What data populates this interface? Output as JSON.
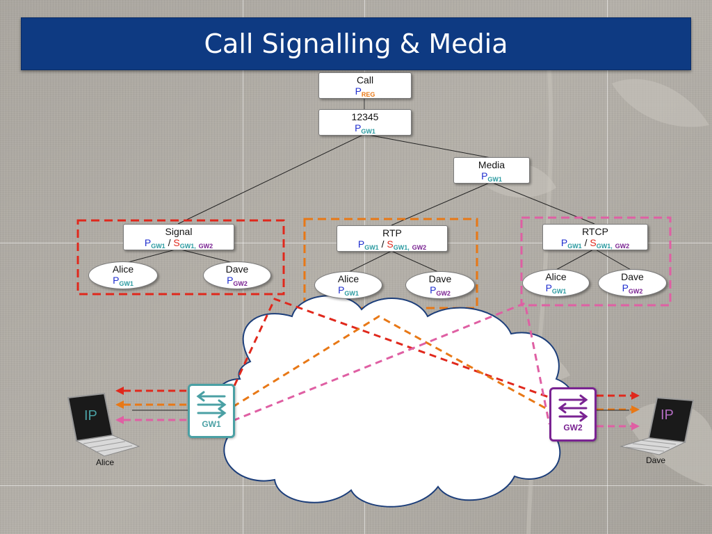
{
  "slide": {
    "title": "Call Signalling & Media"
  },
  "colors": {
    "title_bar": "#0e3a82",
    "p_color": "#1f2ecf",
    "s_color": "#e0281c",
    "gw1": "#4aa0a4",
    "gw2": "#7a2392",
    "signal_box": "#e0281c",
    "rtp_box": "#e87816",
    "rtcp_box": "#df5fa3",
    "cloud_stroke": "#1c3e7a"
  },
  "tree": {
    "call": {
      "label": "Call",
      "p": "P",
      "p_sub": "REG"
    },
    "id_node": {
      "label": "12345",
      "p": "P",
      "p_sub": "GW1"
    },
    "media": {
      "label": "Media",
      "p": "P",
      "p_sub": "GW1"
    },
    "signal": {
      "label": "Signal",
      "p": "P",
      "p_sub": "GW1",
      "slash": "/",
      "s": "S",
      "s_sub1": "GW1,",
      "s_sub2": "GW2"
    },
    "rtp": {
      "label": "RTP",
      "p": "P",
      "p_sub": "GW1",
      "slash": "/",
      "s": "S",
      "s_sub1": "GW1,",
      "s_sub2": "GW2"
    },
    "rtcp": {
      "label": "RTCP",
      "p": "P",
      "p_sub": "GW1",
      "slash": "/",
      "s": "S",
      "s_sub1": "GW1,",
      "s_sub2": "GW2"
    },
    "signal_alice": {
      "label": "Alice",
      "p": "P",
      "p_sub": "GW1"
    },
    "signal_dave": {
      "label": "Dave",
      "p": "P",
      "p_sub": "GW2"
    },
    "rtp_alice": {
      "label": "Alice",
      "p": "P",
      "p_sub": "GW1"
    },
    "rtp_dave": {
      "label": "Dave",
      "p": "P",
      "p_sub": "GW2"
    },
    "rtcp_alice": {
      "label": "Alice",
      "p": "P",
      "p_sub": "GW1"
    },
    "rtcp_dave": {
      "label": "Dave",
      "p": "P",
      "p_sub": "GW2"
    }
  },
  "network": {
    "gw1_label": "GW1",
    "gw2_label": "GW2",
    "alice_label": "Alice",
    "dave_label": "Dave",
    "laptop_screen_text": "IP"
  }
}
